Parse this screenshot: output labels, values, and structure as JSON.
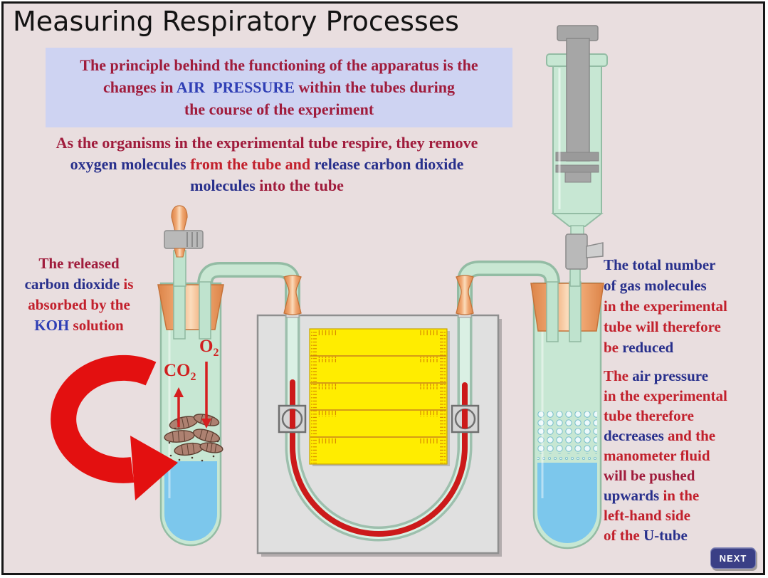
{
  "title": "Measuring Respiratory Processes",
  "colors": {
    "background": "#E9DEDF",
    "principle_box_bg": "#CED3F2",
    "maroon_text": "#A01C3C",
    "red_text": "#C2202C",
    "navy_text": "#28308C",
    "blue_text": "#2F3FB5",
    "glass_green": "#C7E7D3",
    "liquid_blue": "#7CC7EC",
    "bung_orange": "#E8945C",
    "scale_card_yellow": "#FFED00",
    "manometer_fluid_red": "#CC1A1A",
    "arrow_red": "#E31010",
    "next_button_bg": "#3A3F86"
  },
  "principle_box": {
    "lines": [
      [
        {
          "t": "The principle behind the functioning of the apparatus is the",
          "c": "m"
        }
      ],
      [
        {
          "t": "changes in ",
          "c": "m"
        },
        {
          "t": "AIR  PRESSURE",
          "c": "b"
        },
        {
          "t": " within the tubes during",
          "c": "m"
        }
      ],
      [
        {
          "t": "the course of the experiment",
          "c": "m"
        }
      ]
    ]
  },
  "respire_paragraph": {
    "lines": [
      [
        {
          "t": "As the organisms in the experimental tube respire, they remove",
          "c": "m"
        }
      ],
      [
        {
          "t": "oxygen molecules ",
          "c": "n"
        },
        {
          "t": "from the tube and ",
          "c": "r"
        },
        {
          "t": " release carbon dioxide",
          "c": "n"
        }
      ],
      [
        {
          "t": "molecules ",
          "c": "n"
        },
        {
          "t": "into the tube",
          "c": "m"
        }
      ]
    ]
  },
  "left_note": {
    "lines": [
      [
        {
          "t": "The released",
          "c": "m"
        }
      ],
      [
        {
          "t": "carbon dioxide",
          "c": "n"
        },
        {
          "t": " is",
          "c": "r"
        }
      ],
      [
        {
          "t": "absorbed by the",
          "c": "r"
        }
      ],
      [
        {
          "t": "KOH",
          "c": "b"
        },
        {
          "t": " solution",
          "c": "r"
        }
      ]
    ]
  },
  "right_note_top": {
    "lines": [
      [
        {
          "t": "The total number",
          "c": "n"
        }
      ],
      [
        {
          "t": "of gas molecules",
          "c": "n"
        }
      ],
      [
        {
          "t": "in the experimental",
          "c": "r"
        }
      ],
      [
        {
          "t": "tube will therefore",
          "c": "r"
        }
      ],
      [
        {
          "t": "be ",
          "c": "r"
        },
        {
          "t": "reduced",
          "c": "n"
        }
      ]
    ]
  },
  "right_note_bottom": {
    "lines": [
      [
        {
          "t": "The ",
          "c": "r"
        },
        {
          "t": "air pressure",
          "c": "n"
        }
      ],
      [
        {
          "t": "in the experimental",
          "c": "r"
        }
      ],
      [
        {
          "t": "tube therefore",
          "c": "r"
        }
      ],
      [
        {
          "t": "decreases",
          "c": "n"
        },
        {
          "t": " and the",
          "c": "r"
        }
      ],
      [
        {
          "t": "manometer fluid",
          "c": "r"
        }
      ],
      [
        {
          "t": "will be pushed",
          "c": "m"
        }
      ],
      [
        {
          "t": "upwards",
          "c": "n"
        },
        {
          "t": " in the",
          "c": "r"
        }
      ],
      [
        {
          "t": "left-hand side",
          "c": "r"
        }
      ],
      [
        {
          "t": "of the ",
          "c": "r"
        },
        {
          "t": "U-tube",
          "c": "n"
        }
      ]
    ]
  },
  "diagram": {
    "labels": {
      "co2": {
        "base": "CO",
        "sub": "2"
      },
      "o2": {
        "base": "O",
        "sub": "2"
      }
    }
  },
  "next_button": {
    "label": "NEXT"
  }
}
